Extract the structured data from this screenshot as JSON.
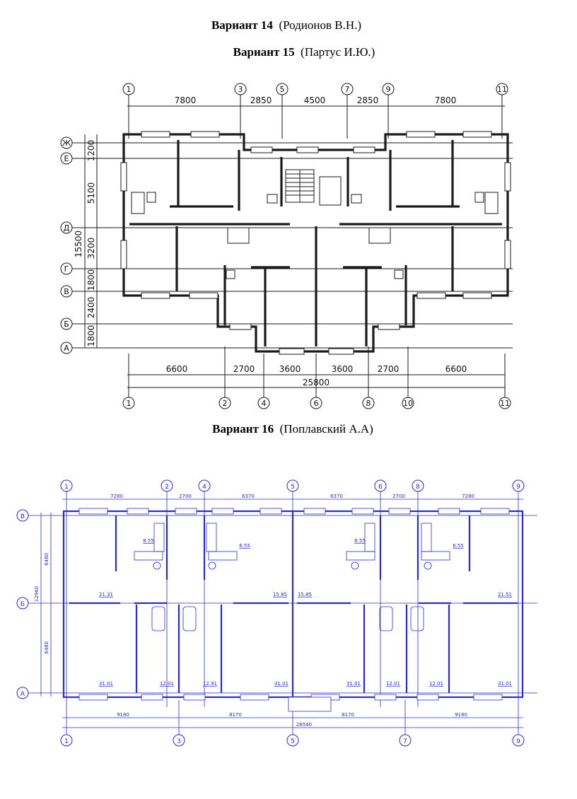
{
  "headings": {
    "v14": {
      "variant": "Вариант 14",
      "author": "(Родионов В.Н.)"
    },
    "v15": {
      "variant": "Вариант 15",
      "author": "(Партус И.Ю.)"
    },
    "v16": {
      "variant": "Вариант 16",
      "author": "(Поплавский А.А)"
    }
  },
  "plan15": {
    "top_axes": [
      "1",
      "3",
      "5",
      "7",
      "9",
      "11"
    ],
    "top_dims": [
      "7800",
      "2850",
      "4500",
      "2850",
      "7800"
    ],
    "left_axes": [
      "Ж",
      "Е",
      "Д",
      "Г",
      "В",
      "Б",
      "А"
    ],
    "left_dims": [
      "1200",
      "5100",
      "3200",
      "1800",
      "2400",
      "1800"
    ],
    "left_total": "15500",
    "bottom_dims": [
      "6600",
      "2700",
      "3600",
      "3600",
      "2700",
      "6600"
    ],
    "bottom_total": "25800",
    "bottom_axes": [
      "1",
      "2",
      "4",
      "6",
      "8",
      "10",
      "11"
    ],
    "line_color": "#1a1a1a"
  },
  "plan16": {
    "top_axes": [
      "1",
      "2",
      "4",
      "5",
      "6",
      "8",
      "9"
    ],
    "top_dims": [
      "7280",
      "2700",
      "6370",
      "6370",
      "2700",
      "7280"
    ],
    "left_axes": [
      "В",
      "Б",
      "А"
    ],
    "left_dims": [
      "6480",
      "6480"
    ],
    "left_total": "12960",
    "bottom_dims": [
      "9180",
      "8170",
      "8170",
      "9180"
    ],
    "bottom_total": "26540",
    "bottom_axes": [
      "1",
      "3",
      "5",
      "7",
      "9"
    ],
    "areas": [
      "8.55",
      "6.55",
      "6.55",
      "6.55",
      "21.31",
      "15.85",
      "15.85",
      "21.51",
      "31.01",
      "12.01",
      "12.91",
      "31.01",
      "31.01",
      "12.01",
      "12.01",
      "31.01"
    ],
    "line_color": "#2a2ad8"
  }
}
